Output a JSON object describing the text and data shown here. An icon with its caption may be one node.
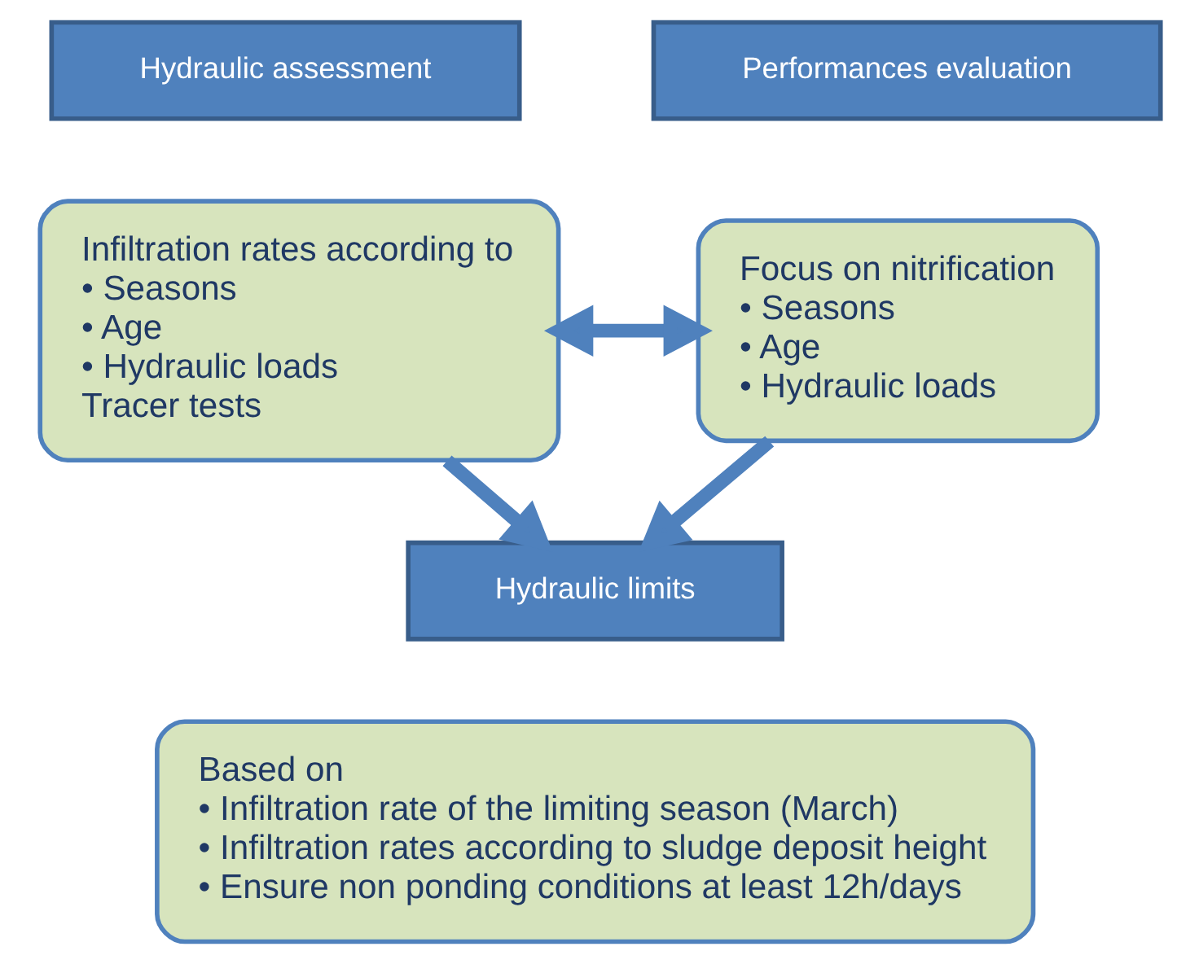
{
  "diagram": {
    "nodes": [
      {
        "text": [
          "Hydraulic assessment"
        ]
      },
      {
        "text": [
          "Infiltration rates according to",
          "• Seasons",
          "• Age",
          "• Hydraulic loads",
          "Tracer tests"
        ]
      },
      {
        "text": [
          "Performances evaluation"
        ]
      },
      {
        "text": [
          "Focus on nitrification",
          "• Seasons",
          "• Age",
          "• Hydraulic loads"
        ]
      },
      {
        "text": [
          "Hydraulic limits"
        ]
      },
      {
        "text": [
          "Based on",
          "• Infiltration rate of the limiting season (March)",
          "• Infiltration rates according to sludge deposit height",
          "• Ensure non ponding conditions at least 12h/days"
        ]
      }
    ],
    "edges": [
      {
        "from": 1,
        "to": 3,
        "arrow": "both"
      },
      {
        "from": 1,
        "to": 4,
        "arrow": "to"
      },
      {
        "from": 3,
        "to": 4,
        "arrow": "to"
      }
    ]
  }
}
